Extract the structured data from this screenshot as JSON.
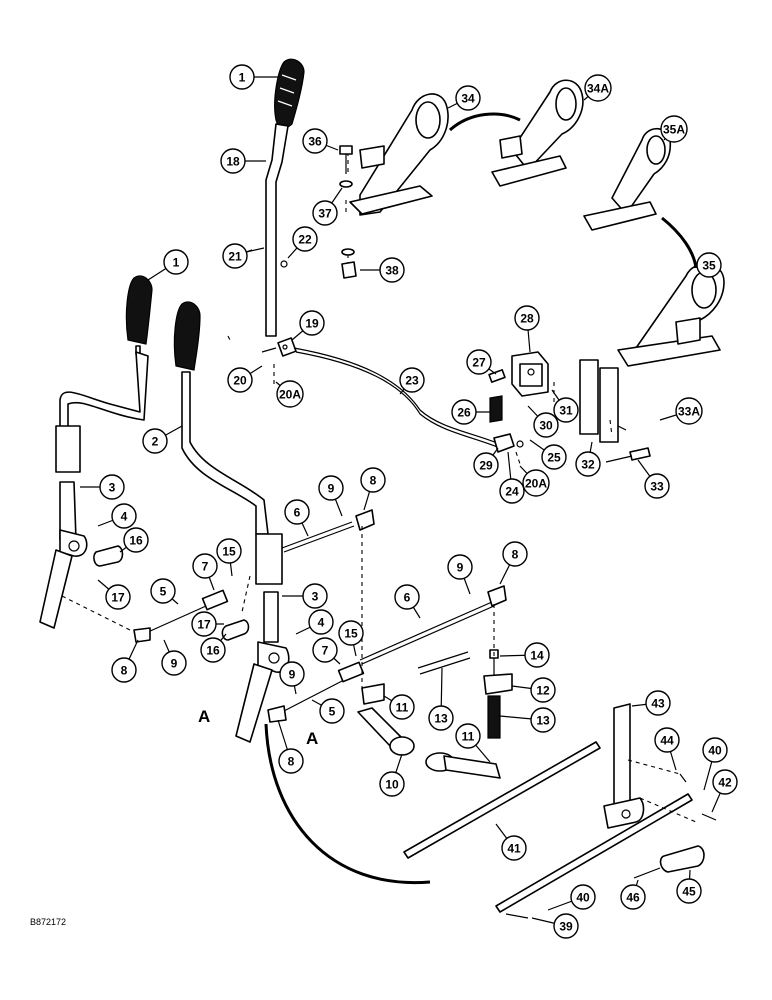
{
  "figure_id": "B872172",
  "section_marks": [
    "A",
    "A"
  ],
  "callouts": [
    {
      "id": "c1a",
      "label": "1"
    },
    {
      "id": "c1b",
      "label": "1"
    },
    {
      "id": "c2",
      "label": "2"
    },
    {
      "id": "c3a",
      "label": "3"
    },
    {
      "id": "c3b",
      "label": "3"
    },
    {
      "id": "c4a",
      "label": "4"
    },
    {
      "id": "c4b",
      "label": "4"
    },
    {
      "id": "c5a",
      "label": "5"
    },
    {
      "id": "c5b",
      "label": "5"
    },
    {
      "id": "c6a",
      "label": "6"
    },
    {
      "id": "c6b",
      "label": "6"
    },
    {
      "id": "c7a",
      "label": "7"
    },
    {
      "id": "c7b",
      "label": "7"
    },
    {
      "id": "c8a",
      "label": "8"
    },
    {
      "id": "c8b",
      "label": "8"
    },
    {
      "id": "c8c",
      "label": "8"
    },
    {
      "id": "c8d",
      "label": "8"
    },
    {
      "id": "c9a",
      "label": "9"
    },
    {
      "id": "c9b",
      "label": "9"
    },
    {
      "id": "c9c",
      "label": "9"
    },
    {
      "id": "c9d",
      "label": "9"
    },
    {
      "id": "c10",
      "label": "10"
    },
    {
      "id": "c11a",
      "label": "11"
    },
    {
      "id": "c11b",
      "label": "11"
    },
    {
      "id": "c12",
      "label": "12"
    },
    {
      "id": "c13a",
      "label": "13"
    },
    {
      "id": "c13b",
      "label": "13"
    },
    {
      "id": "c14",
      "label": "14"
    },
    {
      "id": "c15a",
      "label": "15"
    },
    {
      "id": "c15b",
      "label": "15"
    },
    {
      "id": "c16a",
      "label": "16"
    },
    {
      "id": "c16b",
      "label": "16"
    },
    {
      "id": "c17a",
      "label": "17"
    },
    {
      "id": "c17b",
      "label": "17"
    },
    {
      "id": "c18",
      "label": "18"
    },
    {
      "id": "c19",
      "label": "19"
    },
    {
      "id": "c20",
      "label": "20"
    },
    {
      "id": "c20a1",
      "label": "20A"
    },
    {
      "id": "c20a2",
      "label": "20A"
    },
    {
      "id": "c21",
      "label": "21"
    },
    {
      "id": "c22",
      "label": "22"
    },
    {
      "id": "c23",
      "label": "23"
    },
    {
      "id": "c24",
      "label": "24"
    },
    {
      "id": "c25",
      "label": "25"
    },
    {
      "id": "c26",
      "label": "26"
    },
    {
      "id": "c27",
      "label": "27"
    },
    {
      "id": "c28",
      "label": "28"
    },
    {
      "id": "c29",
      "label": "29"
    },
    {
      "id": "c30",
      "label": "30"
    },
    {
      "id": "c31",
      "label": "31"
    },
    {
      "id": "c32",
      "label": "32"
    },
    {
      "id": "c33",
      "label": "33"
    },
    {
      "id": "c33a",
      "label": "33A"
    },
    {
      "id": "c34",
      "label": "34"
    },
    {
      "id": "c34a",
      "label": "34A"
    },
    {
      "id": "c35",
      "label": "35"
    },
    {
      "id": "c35a",
      "label": "35A"
    },
    {
      "id": "c36",
      "label": "36"
    },
    {
      "id": "c37",
      "label": "37"
    },
    {
      "id": "c38",
      "label": "38"
    },
    {
      "id": "c39",
      "label": "39"
    },
    {
      "id": "c40a",
      "label": "40"
    },
    {
      "id": "c40b",
      "label": "40"
    },
    {
      "id": "c41",
      "label": "41"
    },
    {
      "id": "c42",
      "label": "42"
    },
    {
      "id": "c43",
      "label": "43"
    },
    {
      "id": "c44",
      "label": "44"
    },
    {
      "id": "c45",
      "label": "45"
    },
    {
      "id": "c46",
      "label": "46"
    }
  ]
}
